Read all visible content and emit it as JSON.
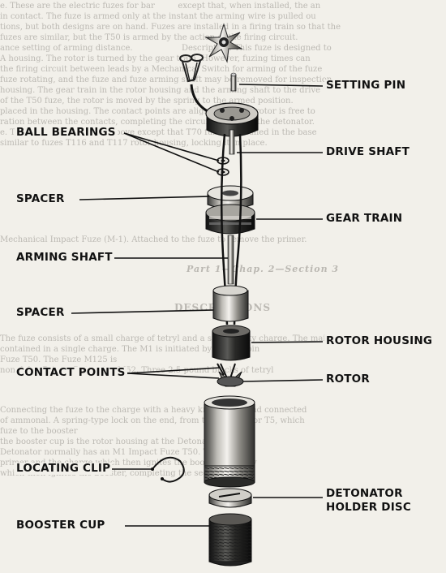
{
  "labels": {
    "setting_pin": "SETTING PIN",
    "ball_bearings": "BALL BEARINGS",
    "drive_shaft": "DRIVE SHAFT",
    "spacer_top": "SPACER",
    "gear_train": "GEAR TRAIN",
    "arming_shaft": "ARMING SHAFT",
    "spacer_mid": "SPACER",
    "rotor_housing": "ROTOR HOUSING",
    "contact_points": "CONTACT POINTS",
    "rotor": "ROTOR",
    "locating_clip": "LOCATING CLIP",
    "detonator_holder_disc_1": "DETONATOR",
    "detonator_holder_disc_2": "HOLDER DISC",
    "booster_cup": "BOOSTER CUP"
  },
  "background_text": {
    "heading": "DESCRIPTIONS",
    "caption": "Part 1—Chap. 2—Section 3",
    "lines": [
      "e. These are the electric fuzes for bar         except that, when installed, the an",
      "in contact. The fuze is armed only at the instant the arming wire is pulled ou",
      "tions, but both designs are on hand. Fuzes are installed in a firing train so that the",
      "fuzes are similar, but the T50 is armed by the action of the firing circuit.",
      "ance setting of arming distance.                   Description. This fuze is designed to",
      "A housing. The rotor is turned by the gear train. However, fuzing times can",
      "the firing circuit between leads by a Mechanical Switch for arming of the fuze",
      "fuze rotating, and the fuze and fuze arming shaft may be removed for inspection.",
      "housing. The gear train in the rotor housing and the arming shaft to the drive",
      "of the T50 fuze, the rotor is moved by the spring to the armed position.",
      "placed in the housing. The contact points are aligned and the rotor is free to",
      "ration between the contacts, completing the circuit and firing the detonator.",
      "e. These fuzes are like the above except that T70 fuze is installed in the base",
      "similar to fuzes T116 and T117 rotor housing, locking it in place.",
      "Mechanical Impact Fuze (M-1). Attached to the fuze to remove the primer.",
      "The fuze consists of a small charge of tetryl and a small cavity charge. The main",
      "contained in a single charge. The M1 is initiated by a firing pin",
      "Fuze T50. The Fuze M125 is",
      "non-delay Primer Detonator M52. Three 2.5-pound blocks of tetryl",
      "Connecting the fuze to the charge with a heavy kraft paper and connected",
      "of ammonal. A spring-type lock on the end, from the Destructor T5, which",
      "fuze to the booster",
      "the booster cup is the rotor housing at the Detonator",
      "Detonator normally has an M1 Impact Fuze T50. The fu",
      "primer and the charge which then ignites the booster, thereby",
      "which then ignites the booster, completing the sequence."
    ]
  }
}
